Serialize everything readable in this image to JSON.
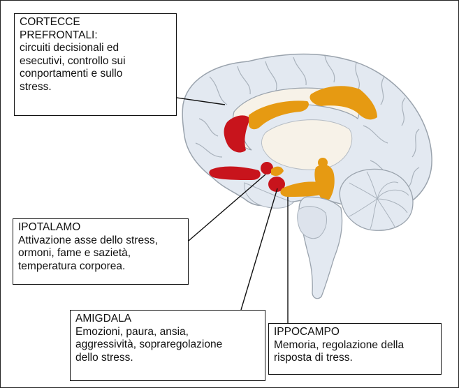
{
  "labels": {
    "cortex": {
      "title": "CORTECCE\nPREFRONTALI:",
      "body": "circuiti decisionali ed\nesecutivi, controllo sui\nconportamenti e sullo\nstress."
    },
    "hypothalamus": {
      "title": "IPOTALAMO",
      "body": "Attivazione asse dello stress,\normoni, fame e sazietà,\ntemperatura corporea."
    },
    "amygdala": {
      "title": "AMIGDALA",
      "body": "Emozioni, paura, ansia,\naggressività, sopraregolazione\ndello stress."
    },
    "hippocampus": {
      "title": "IPPOCAMPO",
      "body": "Memoria, regolazione della\nrisposta di tress."
    }
  },
  "colors": {
    "cortex_fill": "#e3e9f1",
    "outline": "#9aa3ad",
    "red_region": "#c8141c",
    "orange_region": "#e69a12",
    "pale_region": "#f7f2e8"
  }
}
